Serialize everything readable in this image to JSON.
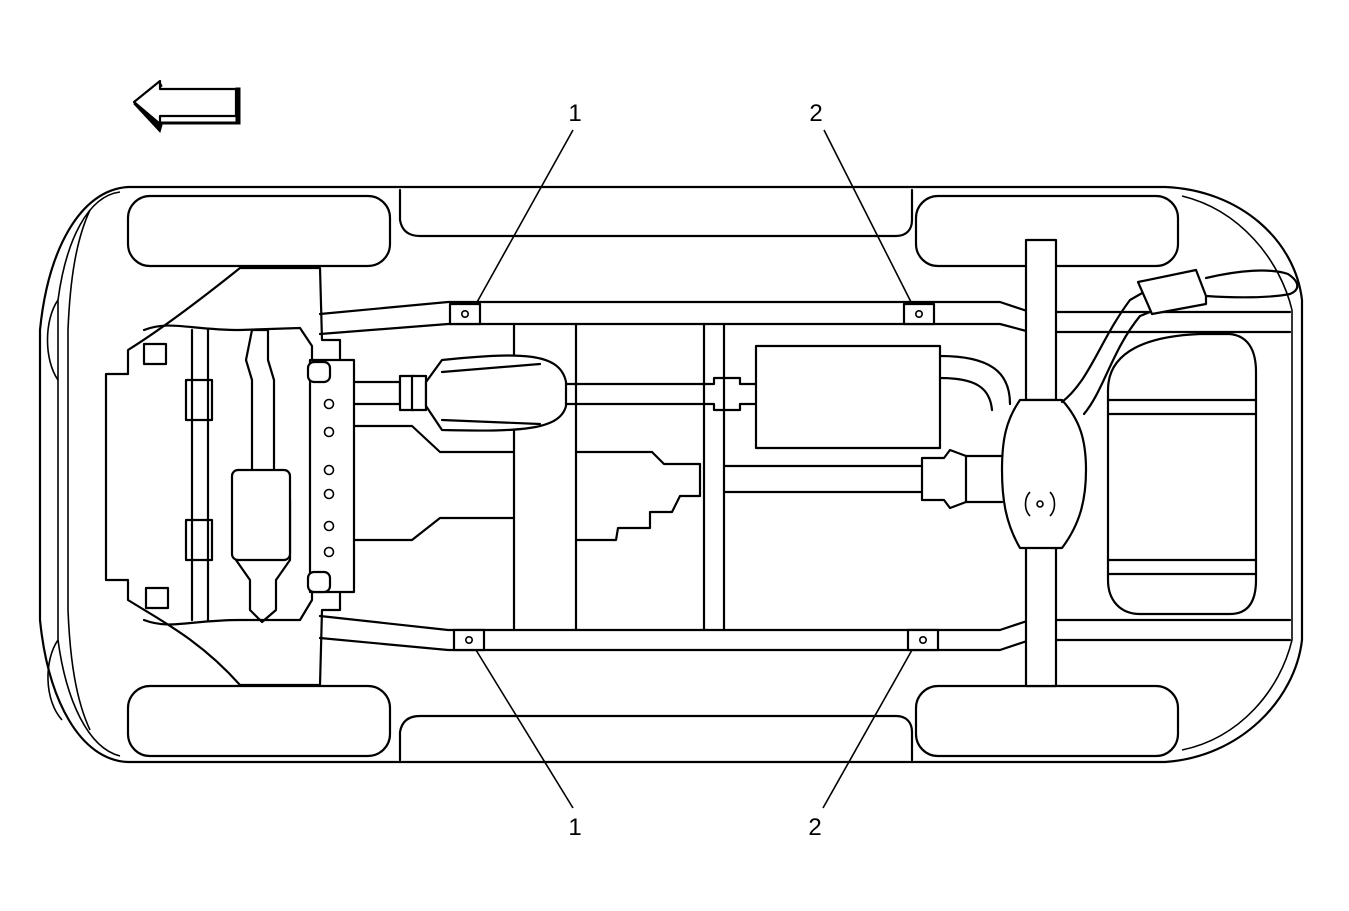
{
  "callouts": {
    "top_1": "1",
    "top_2": "2",
    "bottom_1": "1",
    "bottom_2": "2"
  },
  "direction_arrow_icon": "arrow-left-icon"
}
